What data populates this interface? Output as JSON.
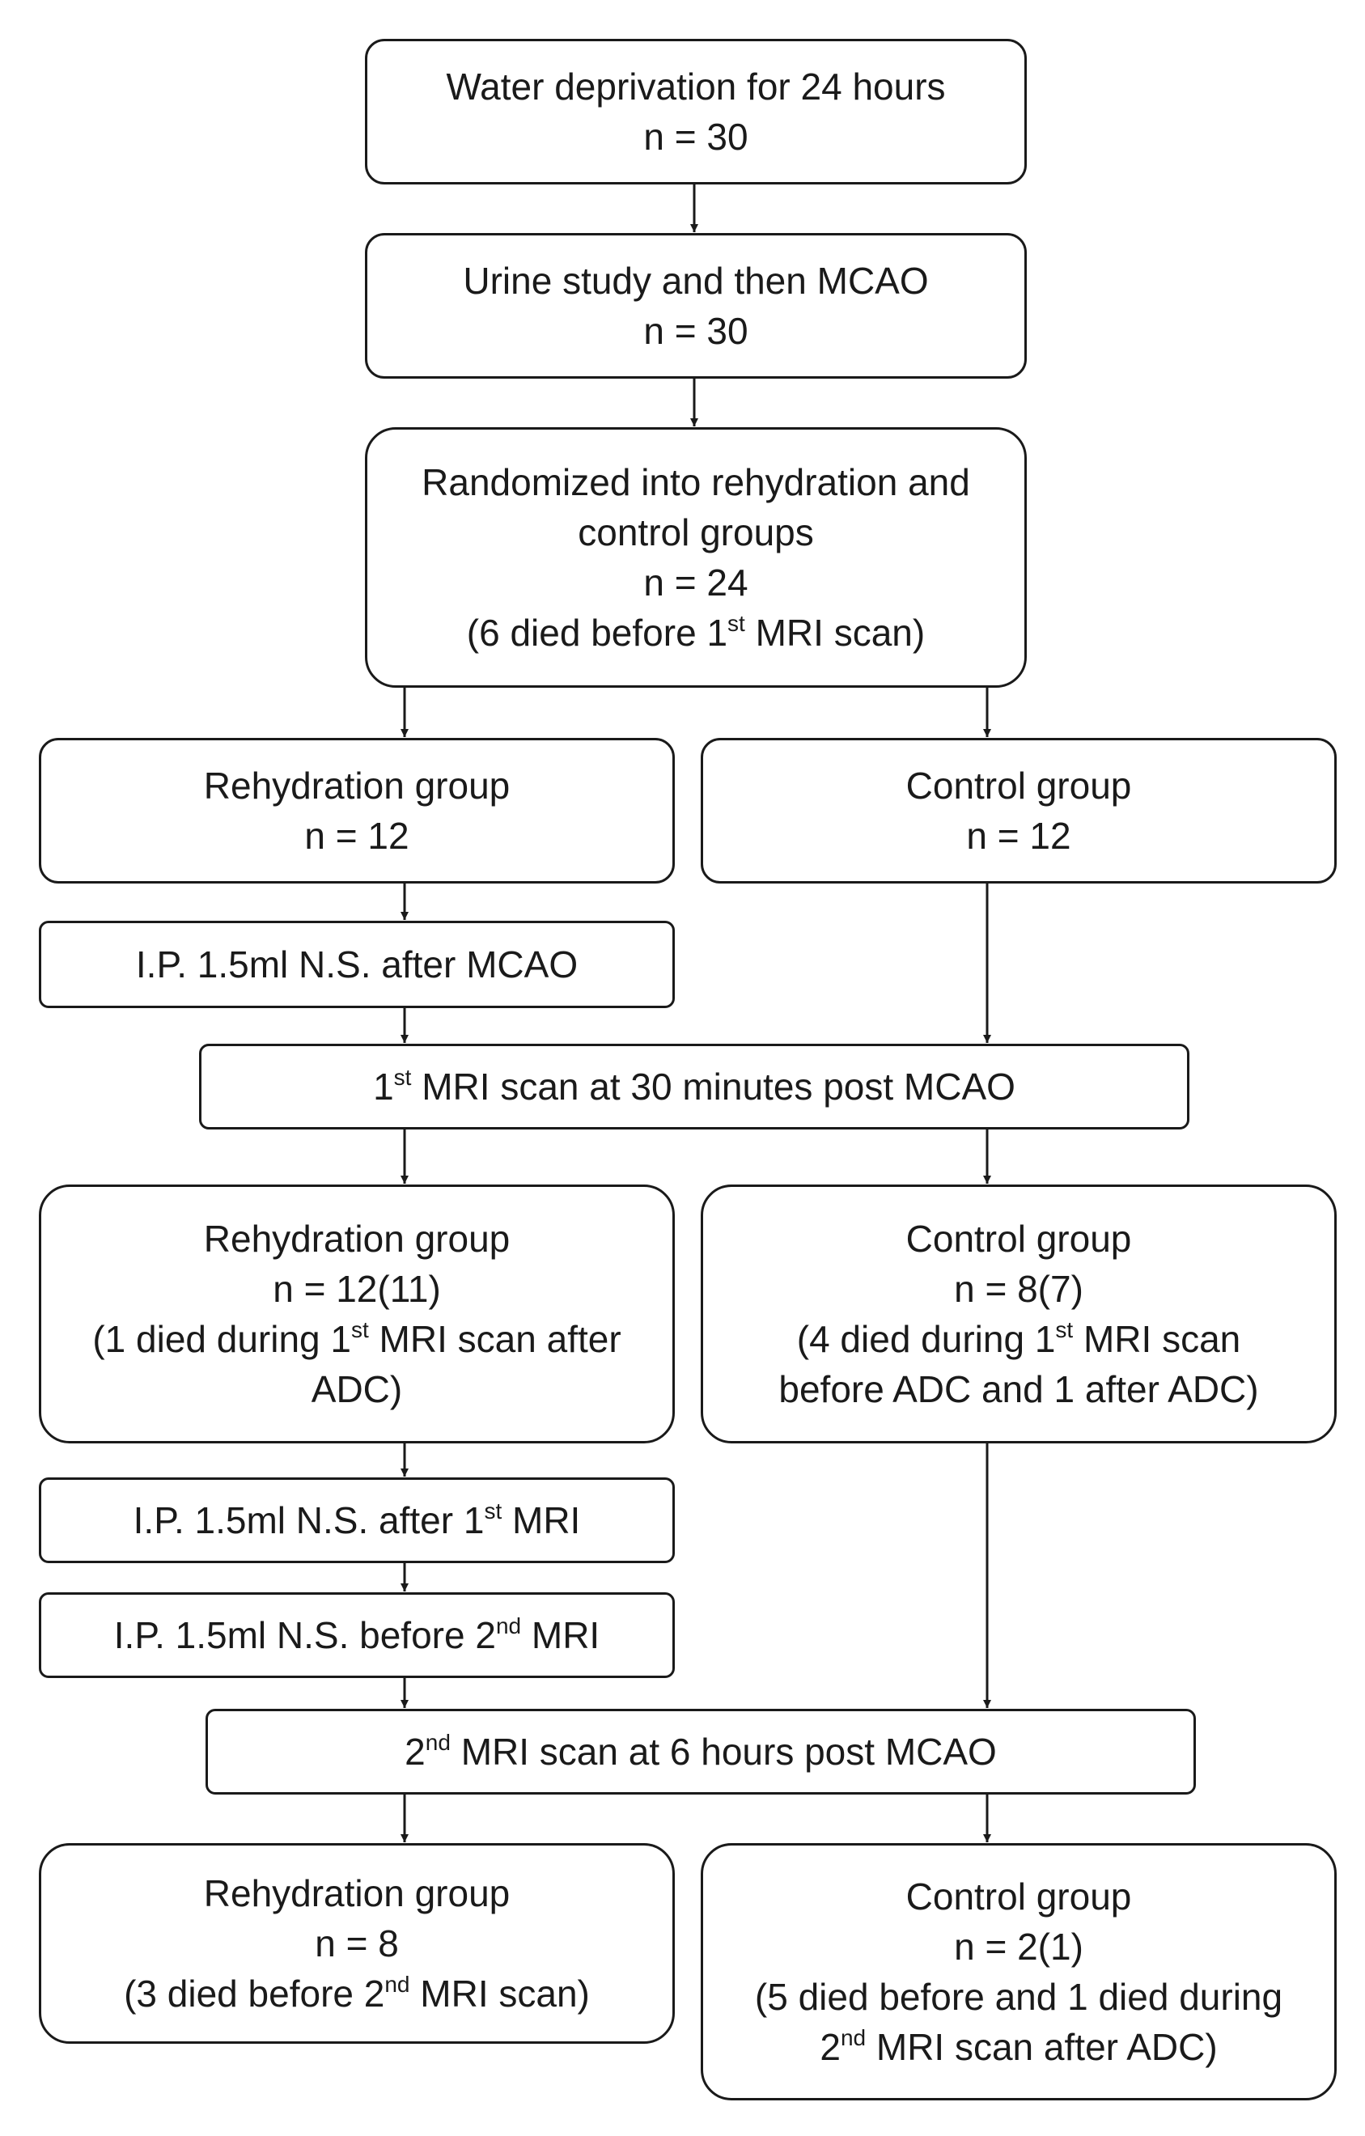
{
  "boxes": {
    "water_deprivation": {
      "lines": [
        [
          "Water deprivation for 24 hours"
        ],
        [
          "n = 30"
        ]
      ]
    },
    "urine_study": {
      "lines": [
        [
          "Urine study and then MCAO"
        ],
        [
          "n = 30"
        ]
      ]
    },
    "randomized": {
      "lines": [
        [
          "Randomized into rehydration and"
        ],
        [
          "control groups"
        ],
        [
          "n = 24"
        ],
        [
          "(6 died before 1",
          {
            "sup": "st"
          },
          " MRI scan)"
        ]
      ]
    },
    "rehydration_group_1": {
      "lines": [
        [
          "Rehydration group"
        ],
        [
          "n = 12"
        ]
      ]
    },
    "control_group_1": {
      "lines": [
        [
          "Control group"
        ],
        [
          "n = 12"
        ]
      ]
    },
    "ip_after_mcao": {
      "lines": [
        [
          "I.P. 1.5ml N.S. after MCAO"
        ]
      ]
    },
    "first_mri_scan": {
      "lines": [
        [
          "1",
          {
            "sup": "st"
          },
          " MRI scan at 30 minutes post MCAO"
        ]
      ]
    },
    "rehydration_group_2": {
      "lines": [
        [
          "Rehydration group"
        ],
        [
          "n = 12(11)"
        ],
        [
          "(1 died during 1",
          {
            "sup": "st"
          },
          " MRI scan after"
        ],
        [
          "ADC)"
        ]
      ]
    },
    "control_group_2": {
      "lines": [
        [
          "Control group"
        ],
        [
          "n = 8(7)"
        ],
        [
          "(4 died during 1",
          {
            "sup": "st"
          },
          " MRI scan"
        ],
        [
          "before ADC and 1 after ADC)"
        ]
      ]
    },
    "ip_after_first_mri": {
      "lines": [
        [
          "I.P. 1.5ml N.S. after 1",
          {
            "sup": "st"
          },
          " MRI"
        ]
      ]
    },
    "ip_before_second_mri": {
      "lines": [
        [
          "I.P. 1.5ml N.S. before 2",
          {
            "sup": "nd"
          },
          " MRI"
        ]
      ]
    },
    "second_mri_scan": {
      "lines": [
        [
          "2",
          {
            "sup": "nd"
          },
          " MRI scan at 6 hours post MCAO"
        ]
      ]
    },
    "rehydration_group_3": {
      "lines": [
        [
          "Rehydration group"
        ],
        [
          "n = 8"
        ],
        [
          "(3 died before 2",
          {
            "sup": "nd"
          },
          " MRI scan)"
        ]
      ]
    },
    "control_group_3": {
      "lines": [
        [
          "Control group"
        ],
        [
          "n = 2(1)"
        ],
        [
          "(5 died before and 1 died during"
        ],
        [
          "2",
          {
            "sup": "nd"
          },
          " MRI scan after ADC)"
        ]
      ]
    }
  },
  "colors": {
    "stroke": "#1a1a1a",
    "fill": "#ffffff",
    "text": "#1a1a1a"
  }
}
